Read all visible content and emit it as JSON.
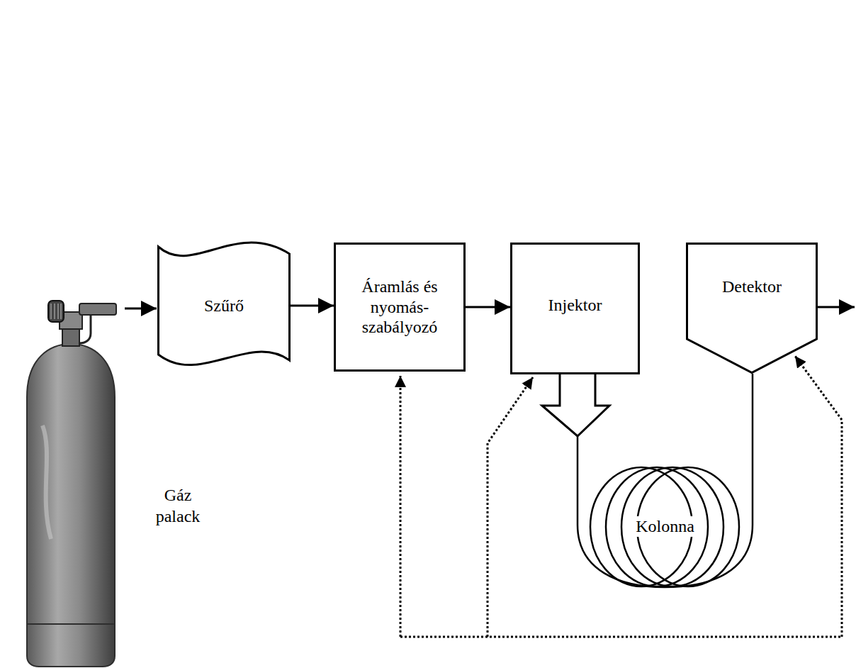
{
  "diagram": {
    "nodes": [
      {
        "text": [
          "Szűrő"
        ]
      },
      {
        "text": [
          "Áramlás és nyomás- szabályozó"
        ]
      },
      {
        "text": [
          "Injektor"
        ]
      },
      {
        "text": [
          "Detektor"
        ]
      },
      {
        "text": [
          "Kolonna"
        ]
      }
    ],
    "edges": [
      {
        "from": 0,
        "to": 1,
        "arrow": "to"
      },
      {
        "from": 1,
        "to": 2,
        "arrow": "to"
      },
      {
        "from": 2,
        "to": 4,
        "arrow": "none"
      },
      {
        "from": 4,
        "to": 3,
        "arrow": "none"
      }
    ],
    "labels": [
      "Gáz palack"
    ]
  }
}
